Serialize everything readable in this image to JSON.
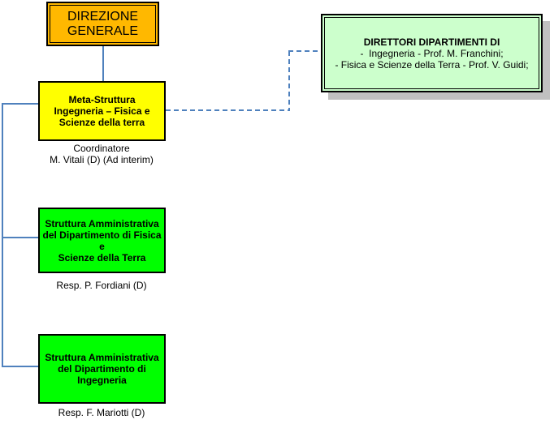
{
  "diagram": {
    "colors": {
      "direzione_fill": "#FFB800",
      "meta_fill": "#FFFF00",
      "struttura_fill": "#00FF00",
      "direttori_fill": "#CCFFCC",
      "shadow": "#C0C0C0",
      "connector": "#4F81BD",
      "border": "#000000"
    },
    "direzione": {
      "title": "DIREZIONE\nGENERALE"
    },
    "meta_struttura": {
      "title": "Meta-Struttura\nIngegneria – Fisica e\nScienze della terra",
      "subtitle": "Coordinatore\nM. Vitali (D) (Ad interim)"
    },
    "direttori": {
      "title": "DIRETTORI DIPARTIMENTI DI",
      "items": [
        "-  Ingegneria - Prof. M. Franchini;",
        "- Fisica e Scienze della Terra - Prof. V. Guidi;"
      ]
    },
    "struttura_fisica": {
      "title": "Struttura Amministrativa\ndel Dipartimento di Fisica e\nScienze della Terra",
      "subtitle": "Resp. P. Fordiani (D)"
    },
    "struttura_ingegneria": {
      "title": "Struttura Amministrativa\ndel Dipartimento di\nIngegneria",
      "subtitle": "Resp. F. Mariotti (D)"
    }
  }
}
